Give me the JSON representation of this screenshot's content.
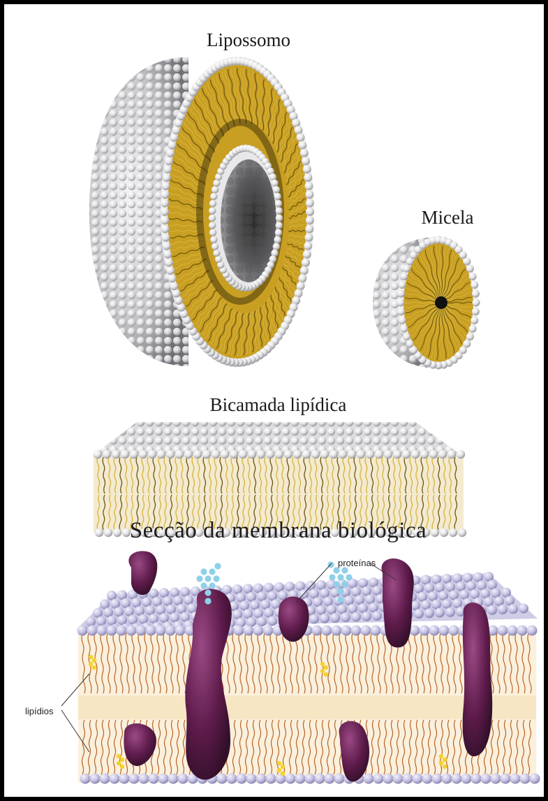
{
  "labels": {
    "liposome": "Lipossomo",
    "micelle": "Micela",
    "bilayer": "Bicamada lipídica",
    "section": "Secção da membrana biológica",
    "proteins": "proteínas",
    "lipids": "lipídios"
  },
  "colors": {
    "frame": "#000000",
    "head": "#e9e9ea",
    "head_shadow": "#8d8d92",
    "tail": "#d6b23a",
    "tail_dark": "#6b5410",
    "membrane_head": "#c9c6e6",
    "membrane_tail": "#b5652a",
    "membrane_core": "#f6e9cf",
    "protein": "#5e1b4b",
    "glycan": "#8fd0e8",
    "cholesterol": "#f5d22a"
  },
  "icons": {
    "liposome": "liposome-illustration",
    "micelle": "micelle-illustration",
    "bilayer": "lipid-bilayer-illustration",
    "membrane": "biological-membrane-illustration"
  }
}
